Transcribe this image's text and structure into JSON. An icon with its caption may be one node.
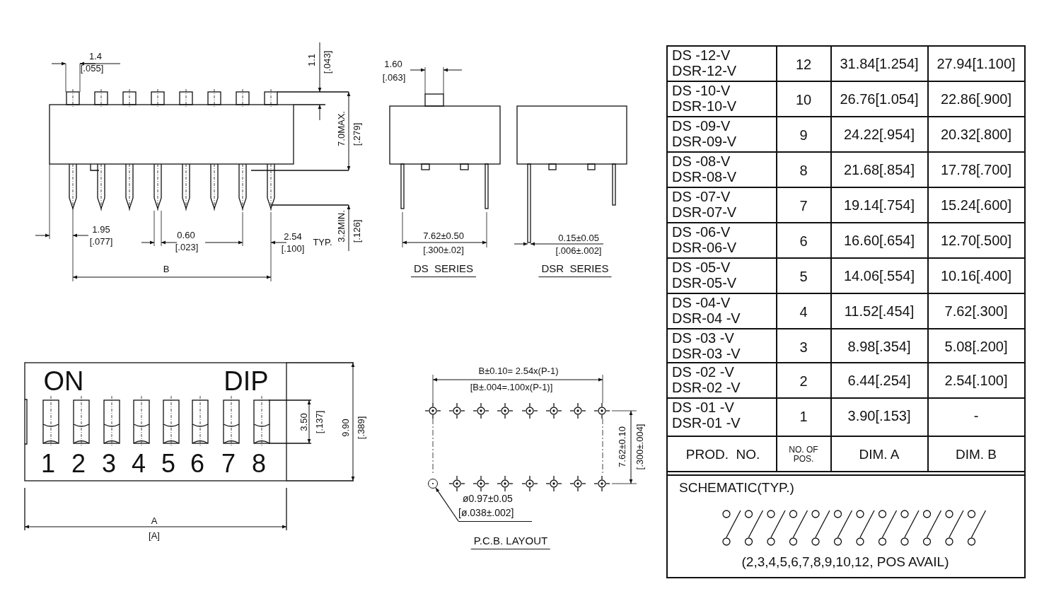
{
  "diagram": {
    "nodes": [
      {
        "text": [
          "ø0.97±0.05",
          "[ø.038±.002]"
        ]
      },
      {
        "text": [],
        "shape": "circle"
      }
    ],
    "edges": [
      {
        "from": 0,
        "to": 1,
        "arrow": "to"
      }
    ],
    "labels": [
      "1.4",
      "[.055]",
      "1.1",
      "[.043]",
      "7.0MAX.",
      "[.279]",
      "1.95",
      "[.077]",
      "0.60",
      "[.023]",
      "2.54",
      "[.100]",
      "TYP.",
      "3.2MIN.",
      "[.126]",
      "B",
      "1.60",
      "[.063]",
      "7.62±0.50",
      "[.300±.02]",
      "DS  SERIES",
      "0.15±0.05",
      "[.006±.002]",
      "DSR  SERIES",
      "DS -12-V",
      "DSR-12-V",
      "12",
      "31.84[1.254]",
      "27.94[1.100]",
      "DS -10-V",
      "DSR-10-V",
      "10",
      "26.76[1.054]",
      "22.86[.900]",
      "DS -09-V",
      "DSR-09-V",
      "9",
      "24.22[.954]",
      "20.32[.800]",
      "DS -08-V",
      "DSR-08-V",
      "8",
      "21.68[.854]",
      "17.78[.700]",
      "DS -07-V",
      "DSR-07-V",
      "7",
      "19.14[.754]",
      "15.24[.600]",
      "DS -06-V",
      "DSR-06-V",
      "6",
      "16.60[.654]",
      "12.70[.500]",
      "DS -05-V",
      "DSR-05-V",
      "5",
      "14.06[.554]",
      "10.16[.400]",
      "DS -04-V",
      "DSR-04 -V",
      "4",
      "11.52[.454]",
      "7.62[.300]",
      "DS -03 -V",
      "DSR-03 -V",
      "3",
      "8.98[.354]",
      "5.08[.200]",
      "DS -02 -V",
      "DSR-02 -V",
      "2",
      "6.44[.254]",
      "2.54[.100]",
      "DS -01 -V",
      "DSR-01 -V",
      "1",
      "3.90[.153]",
      "-",
      "PROD.  NO.",
      "NO. OF POS.",
      "DIM. A",
      "DIM. B",
      "SCHEMATIC(TYP.)",
      "(2,3,4,5,6,7,8,9,10,12, POS AVAIL)",
      "ON",
      "DIP",
      "1",
      "2",
      "3",
      "4",
      "5",
      "6",
      "7",
      "8",
      "3.50",
      "[.137]",
      "9.90",
      "[.389]",
      "A",
      "[A]",
      "B±0.10= 2.54x(P-1)",
      "[B±.004=.100x(P-1)]",
      "7.62±0.10",
      "[.300±.004]",
      "P.C.B. LAYOUT"
    ]
  }
}
